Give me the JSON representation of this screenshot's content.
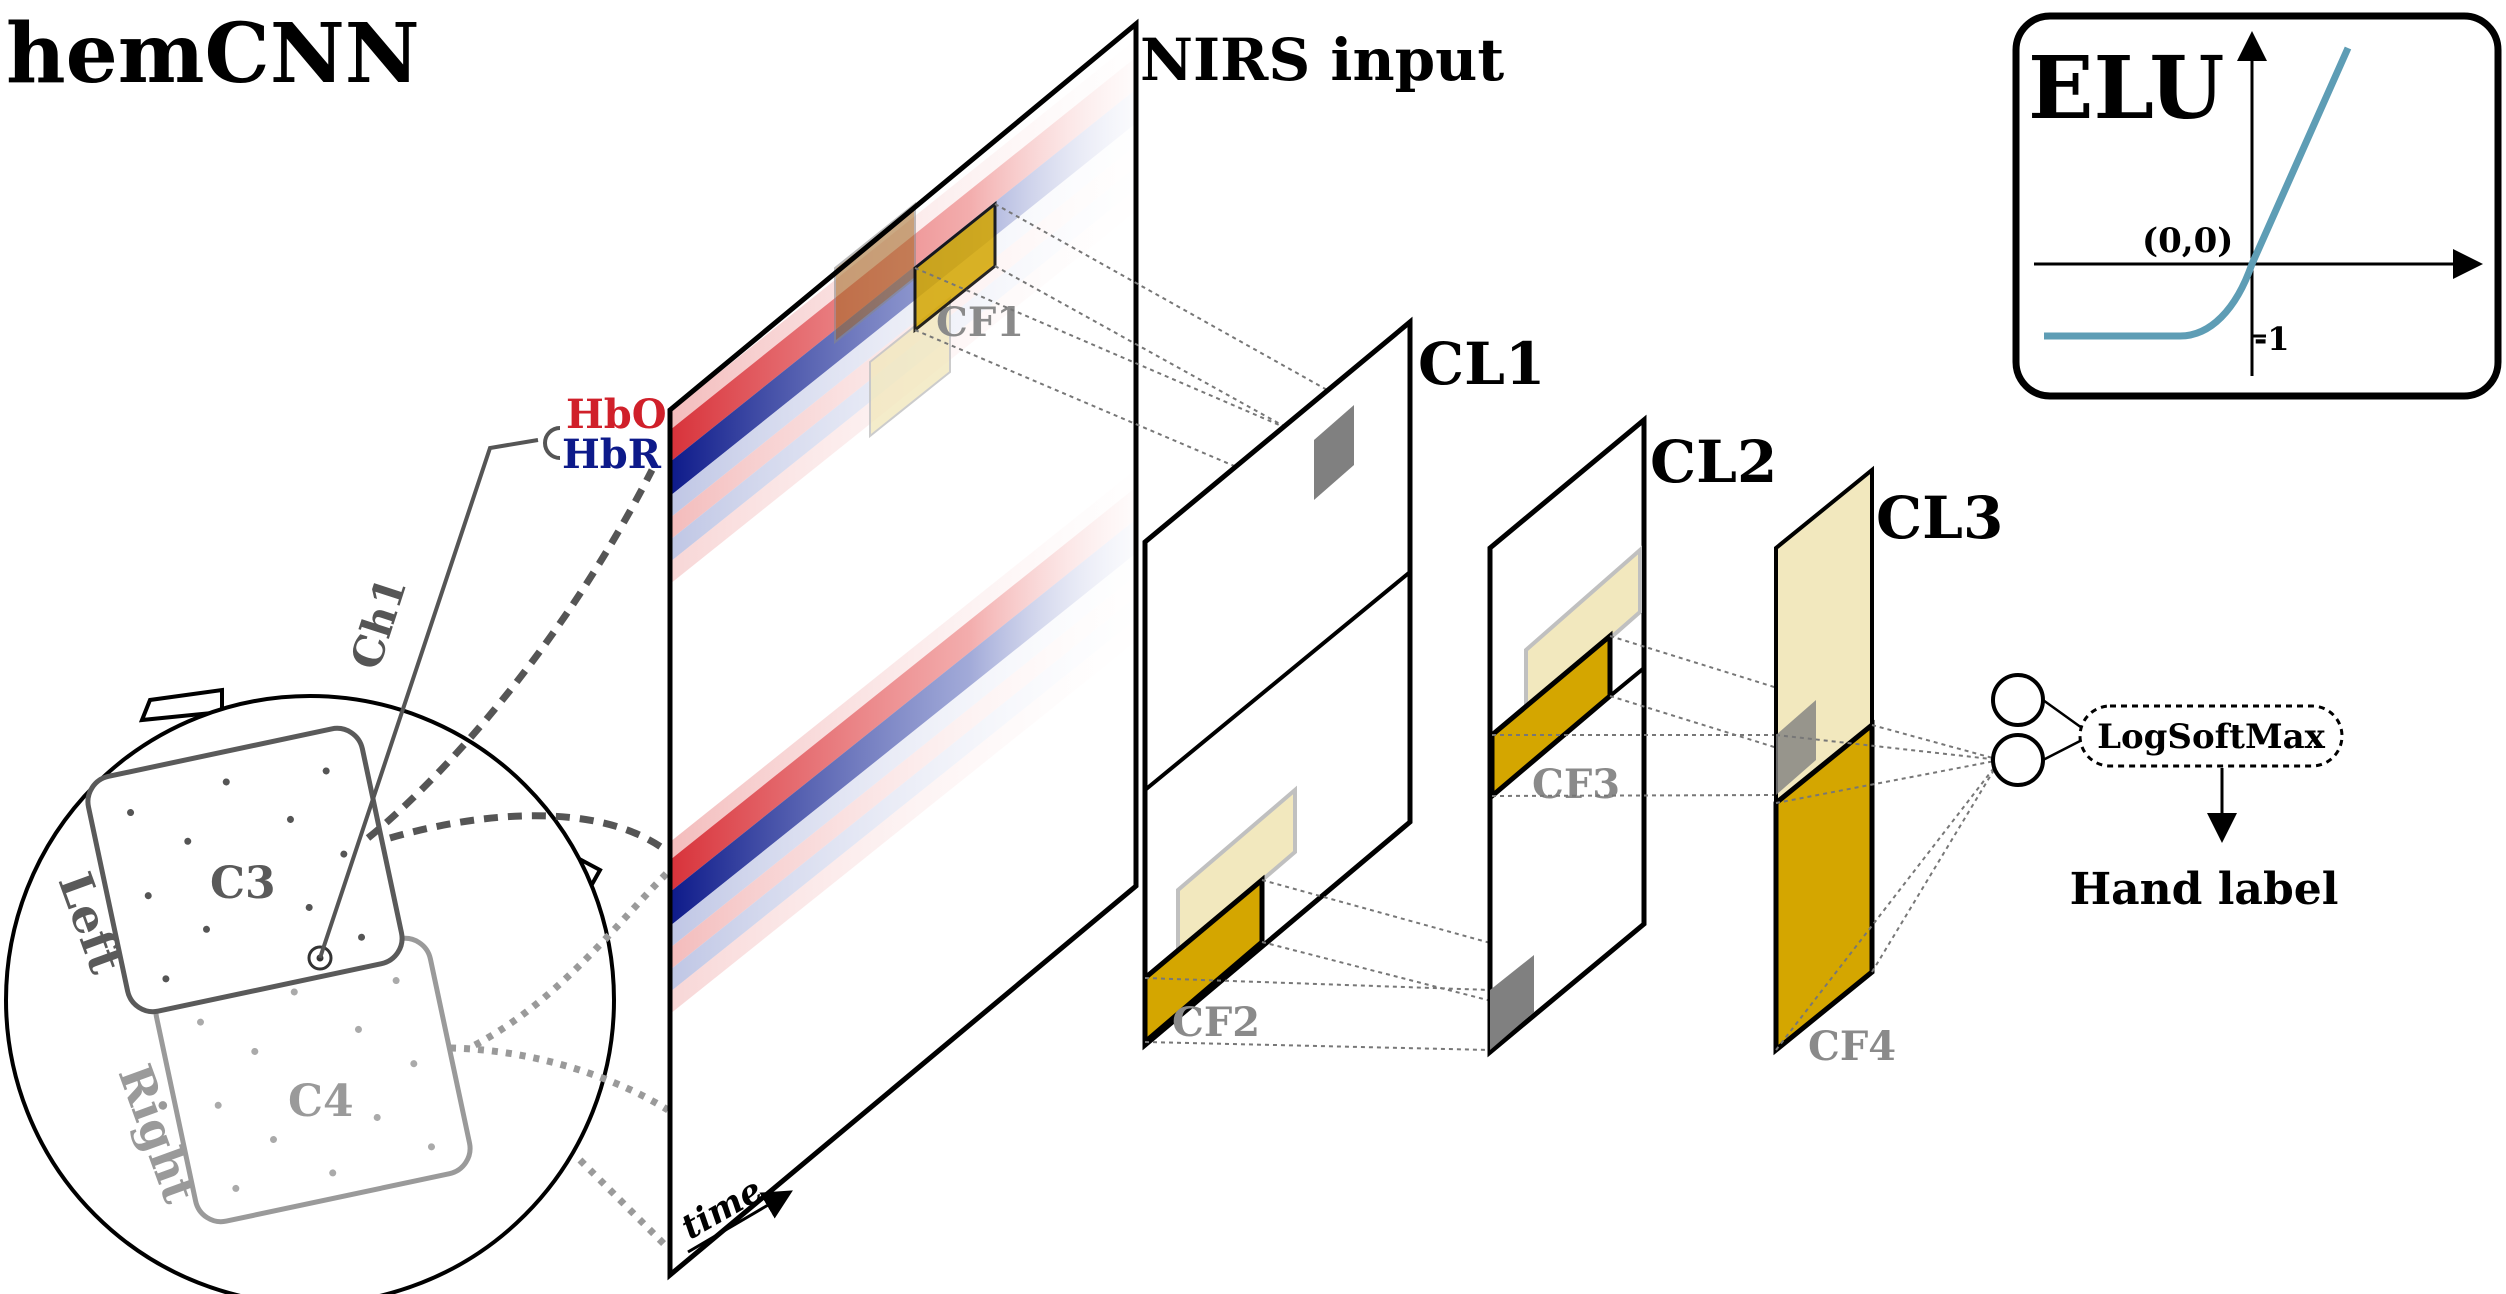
{
  "title": "hemCNN",
  "input_label": "NIRS input",
  "hbo_label": "HbO",
  "hbr_label": "HbR",
  "time_label": "time",
  "channel_label": "Ch1",
  "head": {
    "left_label": "Left",
    "right_label": "Right",
    "c3_label": "C3",
    "c4_label": "C4"
  },
  "layers": {
    "cl1": "CL1",
    "cl2": "CL2",
    "cl3": "CL3"
  },
  "filters": {
    "cf1": "CF1",
    "cf2": "CF2",
    "cf3": "CF3",
    "cf4": "CF4"
  },
  "output": {
    "softmax_label": "LogSoftMax",
    "result_label": "Hand label"
  },
  "elu": {
    "title": "ELU",
    "origin_label": "(0,0)",
    "minus_one_label": "-1"
  },
  "colors": {
    "hbo": "#d0202a",
    "hbr": "#0d1a8a",
    "filter_gold": "#d4a600",
    "filter_light": "#f2e8be",
    "elu_curve": "#5e9db5",
    "head_dark": "#555555",
    "head_light": "#999999"
  }
}
